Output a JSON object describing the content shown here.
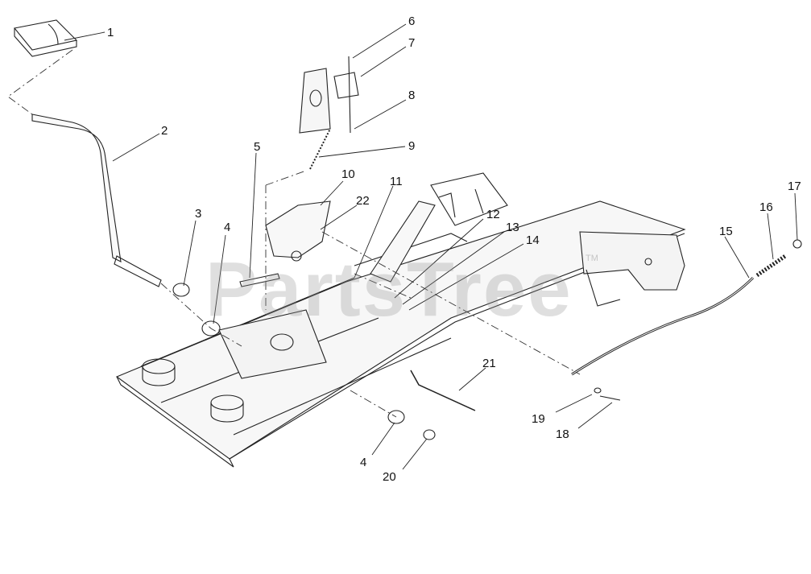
{
  "diagram": {
    "watermark": "PartsTree",
    "watermark_mark": "TM",
    "callouts": [
      "1",
      "2",
      "3",
      "4",
      "5",
      "6",
      "7",
      "8",
      "9",
      "10",
      "11",
      "22",
      "12",
      "13",
      "14",
      "15",
      "16",
      "17",
      "21",
      "19",
      "18",
      "4",
      "20"
    ]
  }
}
